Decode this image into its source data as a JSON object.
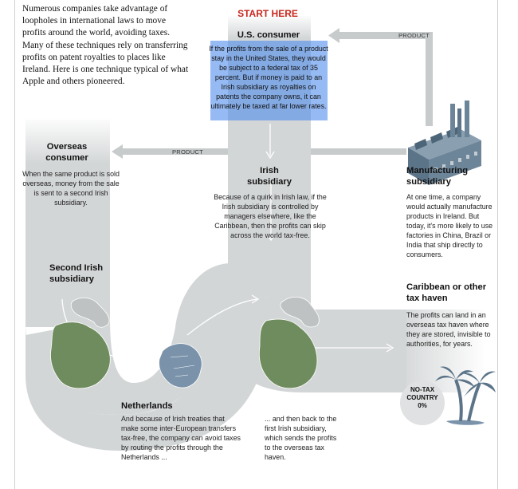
{
  "intro": "Numerous companies take advantage of loopholes in international laws to move profits around the world, avoiding taxes. Many of these techniques rely on transferring profits on patent royalties to places like Ireland. Here is one technique typical of what Apple and others pioneered.",
  "start_here": "START HERE",
  "us_consumer": {
    "title": "U.S. consumer",
    "body": "If the profits from the sale of a product stay in the United States, they would be subject to a federal tax of 35 percent. But if money is paid to an Irish subsidiary as royalties on patents the company owns, it can ultimately be taxed at far lower rates."
  },
  "product_label_top": "PRODUCT",
  "product_label_mid": "PRODUCT",
  "overseas_consumer": {
    "title": "Overseas consumer",
    "body": "When the same product is sold overseas, money from the sale is sent to a second Irish subsidiary."
  },
  "irish_subsidiary": {
    "title": "Irish subsidiary",
    "body": "Because of a quirk in Irish law, if the Irish subsidiary is controlled by managers elsewhere, like the Caribbean, then the profits can skip across the world tax-free."
  },
  "manufacturing": {
    "title": "Manufacturing subsidiary",
    "body": "At one time, a company would actually manufacture products in Ireland. But today, it's more likely to use factories in China, Brazil or India that ship directly to consumers."
  },
  "second_irish": {
    "title": "Second Irish subsidiary"
  },
  "caribbean": {
    "title": "Caribbean or other tax haven",
    "body": "The profits can land in an overseas tax haven where they are stored, invisible to authorities, for years."
  },
  "netherlands": {
    "title": "Netherlands",
    "body": "And because of Irish treaties that make some inter-European transfers tax-free, the company can avoid taxes by routing the profits through the Netherlands ..."
  },
  "back_to_irish": "... and then back to the first Irish subsidiary, which sends the profits to the overseas tax haven.",
  "no_tax": {
    "line1": "NO-TAX",
    "line2": "COUNTRY",
    "line3": "0%"
  },
  "colors": {
    "band": "#d3d6d7",
    "accent": "#c8261d",
    "selection": "#5b8fe8",
    "netherlands": "#7a93aa"
  }
}
